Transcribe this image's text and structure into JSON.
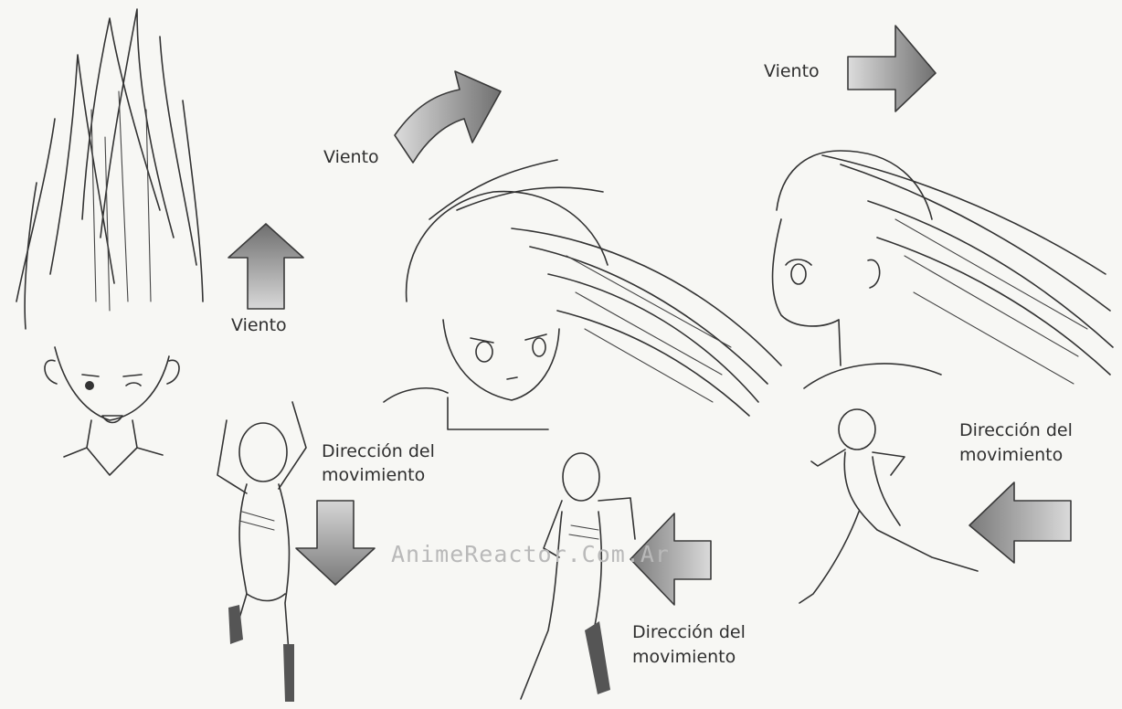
{
  "watermark": "AnimeReactor.Com.Ar",
  "labels": {
    "wind": "Viento",
    "direction_line1": "Dirección del",
    "direction_line2": "movimiento"
  },
  "arrow_fill": "#9a9a9a",
  "ink_color": "#333333",
  "paper_color": "#f7f7f4"
}
